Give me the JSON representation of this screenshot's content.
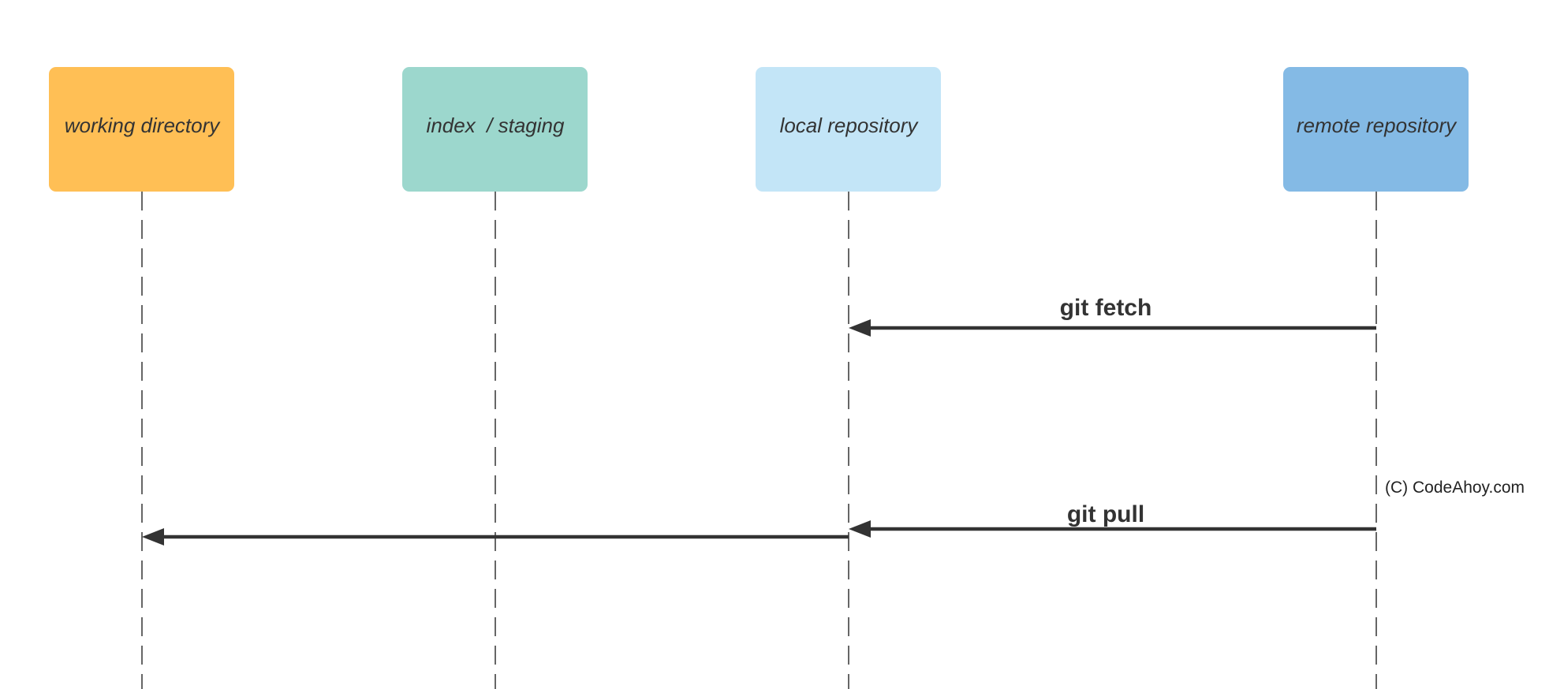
{
  "actors": [
    {
      "id": "working",
      "label": "working directory",
      "color": "#FFBF55"
    },
    {
      "id": "index",
      "label": "index  / staging",
      "color": "#9CD7CD"
    },
    {
      "id": "local",
      "label": "local repository",
      "color": "#C3E5F7"
    },
    {
      "id": "remote",
      "label": "remote repository",
      "color": "#84BAE5"
    }
  ],
  "messages": [
    {
      "id": "fetch",
      "label": "git fetch",
      "from": "remote",
      "to": "local"
    },
    {
      "id": "pull",
      "label": "git pull",
      "from": "remote",
      "to": "local"
    },
    {
      "id": "pull-merge",
      "label": "",
      "from": "local",
      "to": "working"
    }
  ],
  "credit": "(C) CodeAhoy.com",
  "colors": {
    "arrow": "#333333",
    "lifeline": "#333333",
    "background": "#ffffff"
  }
}
